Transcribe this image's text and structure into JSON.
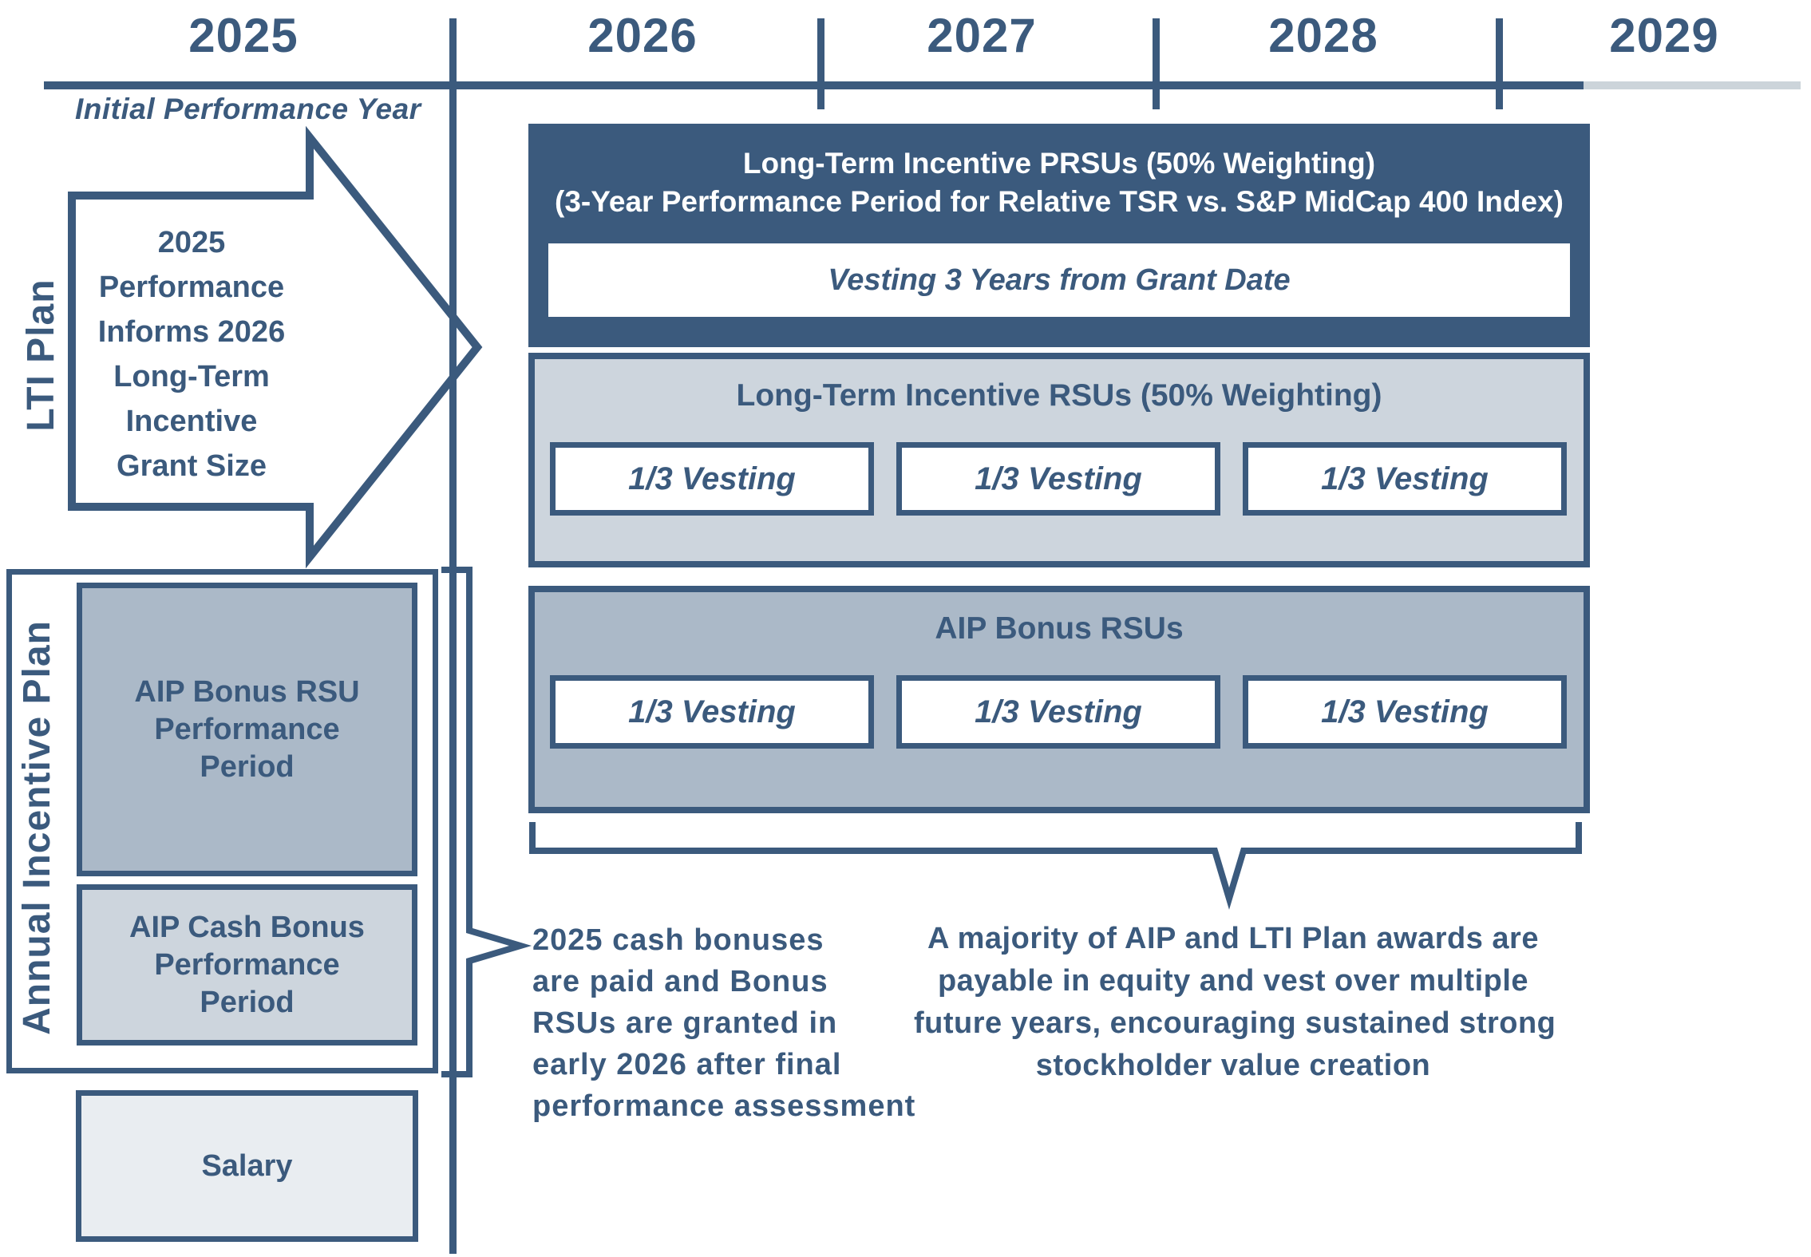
{
  "colors": {
    "dark_blue": "#3b5a7d",
    "medium_blue_gray": "#abb9c8",
    "light_blue_gray": "#cdd5dd",
    "pale_blue_gray": "#e9edf1",
    "timeline_future_gray": "#ccd4da",
    "white": "#ffffff"
  },
  "timeline": {
    "years": [
      "2025",
      "2026",
      "2027",
      "2028",
      "2029"
    ],
    "initial_year_note": "Initial Performance Year"
  },
  "lti_plan": {
    "side_label": "LTI Plan",
    "arrow_lines": [
      "2025",
      "Performance",
      "Informs 2026",
      "Long-Term",
      "Incentive",
      "Grant Size"
    ],
    "prsu_box": {
      "title_line1": "Long-Term Incentive PRSUs (50% Weighting)",
      "title_line2": "(3-Year Performance Period for Relative TSR vs. S&P MidCap 400 Index)",
      "vesting_label": "Vesting 3 Years from Grant Date"
    },
    "rsu_box": {
      "title": "Long-Term Incentive RSUs (50% Weighting)",
      "vesting_labels": [
        "1/3 Vesting",
        "1/3 Vesting",
        "1/3 Vesting"
      ]
    }
  },
  "annual_incentive_plan": {
    "side_label": "Annual Incentive Plan",
    "bonus_rsu_period_box": {
      "lines": [
        "AIP Bonus RSU",
        "Performance",
        "Period"
      ]
    },
    "cash_bonus_period_box": {
      "lines": [
        "AIP Cash Bonus",
        "Performance",
        "Period"
      ]
    },
    "salary_box": {
      "label": "Salary"
    },
    "aip_bonus_rsus_box": {
      "title": "AIP Bonus RSUs",
      "vesting_labels": [
        "1/3 Vesting",
        "1/3 Vesting",
        "1/3 Vesting"
      ]
    }
  },
  "callouts": {
    "cash_bonus_note_lines": [
      "2025 cash bonuses",
      "are paid and Bonus",
      "RSUs are granted in",
      "early 2026 after final",
      "performance assessment"
    ],
    "equity_note_lines": [
      "A majority of AIP and LTI Plan awards are",
      "payable in equity and vest over multiple",
      "future years, encouraging sustained strong",
      "stockholder value creation"
    ]
  }
}
